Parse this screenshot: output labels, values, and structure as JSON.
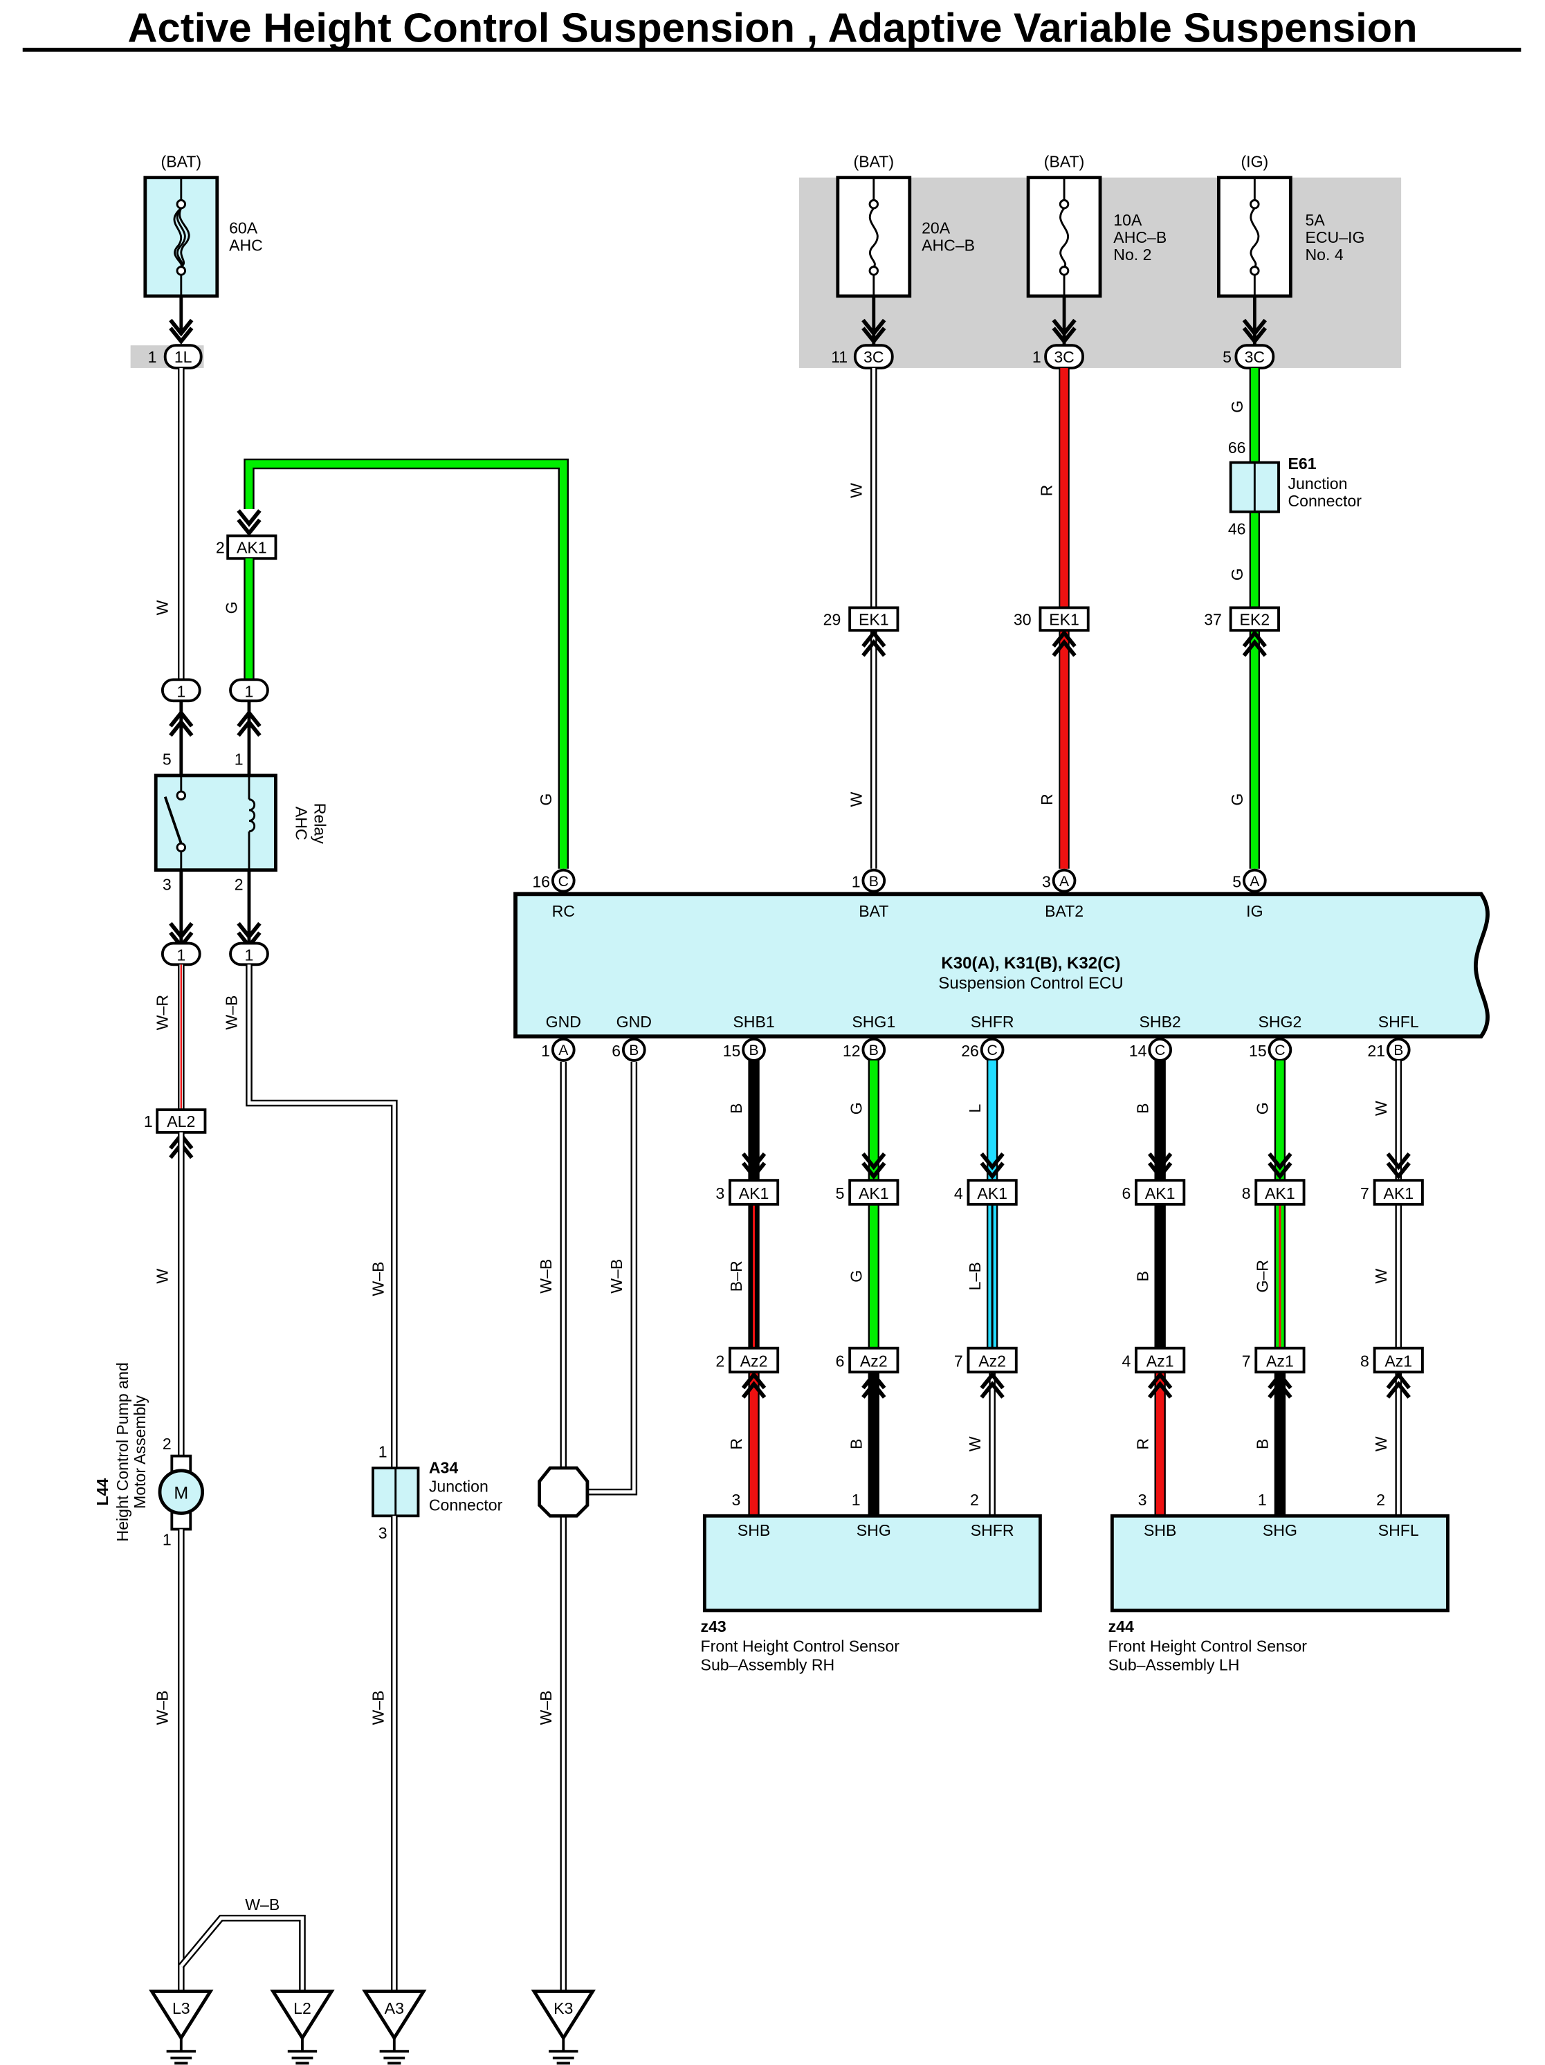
{
  "title": "Active Height Control Suspension , Adaptive Variable Suspension",
  "colors": {
    "green": "#00ee00",
    "red": "#ee1111",
    "blue": "#22ddff",
    "black": "#000000",
    "white": "#ffffff",
    "box_fill": "#ccf4f8",
    "shaded": "#d0d0d0"
  },
  "fuses": {
    "ahc_60a": {
      "source": "(BAT)",
      "rating": "60A",
      "name": "AHC"
    },
    "ahc_b_20a": {
      "source": "(BAT)",
      "rating": "20A",
      "name": "AHC–B"
    },
    "ahc_b2_10a": {
      "source": "(BAT)",
      "rating": "10A",
      "name": "AHC–B",
      "name2": "No. 2"
    },
    "ecu_ig_5a": {
      "source": "(IG)",
      "rating": "5A",
      "name": "ECU–IG",
      "name2": "No. 4"
    }
  },
  "connectors": {
    "c1L": {
      "label": "1L",
      "pin": "1"
    },
    "c3C_11": {
      "label": "3C",
      "pin": "11"
    },
    "c3C_1": {
      "label": "3C",
      "pin": "1"
    },
    "c3C_5": {
      "label": "3C",
      "pin": "5"
    },
    "AK1_2": {
      "label": "AK1",
      "pin": "2"
    },
    "EK1_29": {
      "label": "EK1",
      "pin": "29"
    },
    "EK1_30": {
      "label": "EK1",
      "pin": "30"
    },
    "EK2_37": {
      "label": "EK2",
      "pin": "37"
    },
    "AL2_1": {
      "label": "AL2",
      "pin": "1"
    },
    "row1": [
      {
        "label": "AK1",
        "pin": "3"
      },
      {
        "label": "AK1",
        "pin": "5"
      },
      {
        "label": "AK1",
        "pin": "4"
      },
      {
        "label": "AK1",
        "pin": "6"
      },
      {
        "label": "AK1",
        "pin": "8"
      },
      {
        "label": "AK1",
        "pin": "7"
      }
    ],
    "row2": [
      {
        "label": "Az2",
        "pin": "2"
      },
      {
        "label": "Az2",
        "pin": "6"
      },
      {
        "label": "Az2",
        "pin": "7"
      },
      {
        "label": "Az1",
        "pin": "4"
      },
      {
        "label": "Az1",
        "pin": "7"
      },
      {
        "label": "Az1",
        "pin": "8"
      }
    ]
  },
  "relay": {
    "name": "AHC",
    "name2": "Relay",
    "pins": [
      "5",
      "1",
      "3",
      "2"
    ],
    "plug": "1"
  },
  "junction_e61": {
    "id": "E61",
    "name": "Junction",
    "name2": "Connector",
    "pin_top": "66",
    "pin_bottom": "46"
  },
  "junction_a34": {
    "id": "A34",
    "name": "Junction",
    "name2": "Connector",
    "pin_top": "1",
    "pin_bottom": "3"
  },
  "motor": {
    "id": "L44",
    "name": "Height Control Pump and",
    "name2": "Motor Assembly",
    "symbol": "M",
    "pin_top": "2",
    "pin_bottom": "1"
  },
  "ecu": {
    "ids": "K30(A), K31(B), K32(C)",
    "name": "Suspension Control ECU",
    "top_pins": [
      {
        "terminal": "RC",
        "pin": "16",
        "conn": "C"
      },
      {
        "terminal": "BAT",
        "pin": "1",
        "conn": "B"
      },
      {
        "terminal": "BAT2",
        "pin": "3",
        "conn": "A"
      },
      {
        "terminal": "IG",
        "pin": "5",
        "conn": "A"
      }
    ],
    "bottom_pins": [
      {
        "terminal": "GND",
        "pin": "1",
        "conn": "A"
      },
      {
        "terminal": "GND",
        "pin": "6",
        "conn": "B"
      },
      {
        "terminal": "SHB1",
        "pin": "15",
        "conn": "B"
      },
      {
        "terminal": "SHG1",
        "pin": "12",
        "conn": "B"
      },
      {
        "terminal": "SHFR",
        "pin": "26",
        "conn": "C"
      },
      {
        "terminal": "SHB2",
        "pin": "14",
        "conn": "C"
      },
      {
        "terminal": "SHG2",
        "pin": "15",
        "conn": "C"
      },
      {
        "terminal": "SHFL",
        "pin": "21",
        "conn": "B"
      }
    ]
  },
  "sensors": [
    {
      "id": "z43",
      "name": "Front Height Control Sensor",
      "name2": "Sub–Assembly RH",
      "terminals": [
        "SHB",
        "SHG",
        "SHFR"
      ],
      "pins": [
        "3",
        "1",
        "2"
      ]
    },
    {
      "id": "z44",
      "name": "Front Height Control Sensor",
      "name2": "Sub–Assembly LH",
      "terminals": [
        "SHB",
        "SHG",
        "SHFL"
      ],
      "pins": [
        "3",
        "1",
        "2"
      ]
    }
  ],
  "wire_colors": {
    "w_left_1": "W",
    "g_ak1": "G",
    "w_r": "W–R",
    "w_b_relay": "W–B",
    "w_al2": "W",
    "w_b_motor": "W–B",
    "w_b_a34_top": "W–B",
    "w_b_a34_bottom": "W–B",
    "w_b_gnd1_top": "W–B",
    "w_b_gnd1_bottom": "W–B",
    "w_b_gnd2": "W–B",
    "w_b_l2": "W–B",
    "g_rc": "G",
    "w_bat_top": "W",
    "w_bat_bottom": "W",
    "r_bat2_top": "R",
    "r_bat2_bottom": "R",
    "g_ig_1": "G",
    "g_ig_2": "G",
    "g_ig_3": "G",
    "upper": [
      "B",
      "G",
      "L",
      "B",
      "G",
      "W"
    ],
    "middle": [
      "B–R",
      "G",
      "L–B",
      "B",
      "G–R",
      "W"
    ],
    "lower": [
      "R",
      "B",
      "W",
      "R",
      "B",
      "W"
    ]
  },
  "grounds": [
    "L3",
    "L2",
    "A3",
    "K3"
  ]
}
